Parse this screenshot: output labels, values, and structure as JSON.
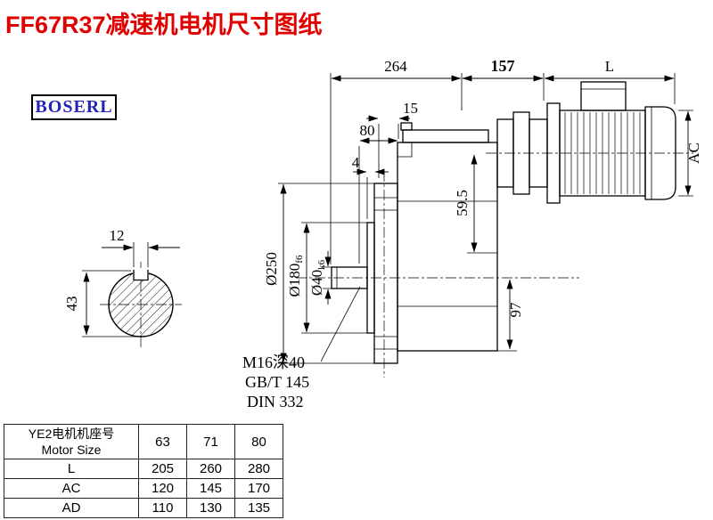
{
  "page": {
    "title": "FF67R37减速机电机尺寸图纸",
    "logo": "BOSERL"
  },
  "drawing": {
    "dims": {
      "top_left": "264",
      "top_mid": "157",
      "top_right": "L",
      "offset_15": "15",
      "offset_80": "80",
      "offset_4": "4",
      "keyway_width": "12",
      "shaft_height": "43",
      "flange_dia": "Ø250",
      "spigot_dia_main": "Ø180",
      "spigot_dia_sub": "f6",
      "shaft_dia_main": "Ø40",
      "shaft_dia_sub": "k6",
      "dim_59_5": "59.5",
      "dim_97": "97",
      "motor_ac": "AC"
    },
    "notes": [
      "M16深40",
      "GB/T 145",
      "DIN 332"
    ]
  },
  "table": {
    "header_cn": "YE2电机机座号",
    "header_en": "Motor Size",
    "sizes": [
      "63",
      "71",
      "80"
    ],
    "rows": [
      {
        "label": "L",
        "values": [
          "205",
          "260",
          "280"
        ]
      },
      {
        "label": "AC",
        "values": [
          "120",
          "145",
          "170"
        ]
      },
      {
        "label": "AD",
        "values": [
          "110",
          "130",
          "135"
        ]
      }
    ]
  }
}
